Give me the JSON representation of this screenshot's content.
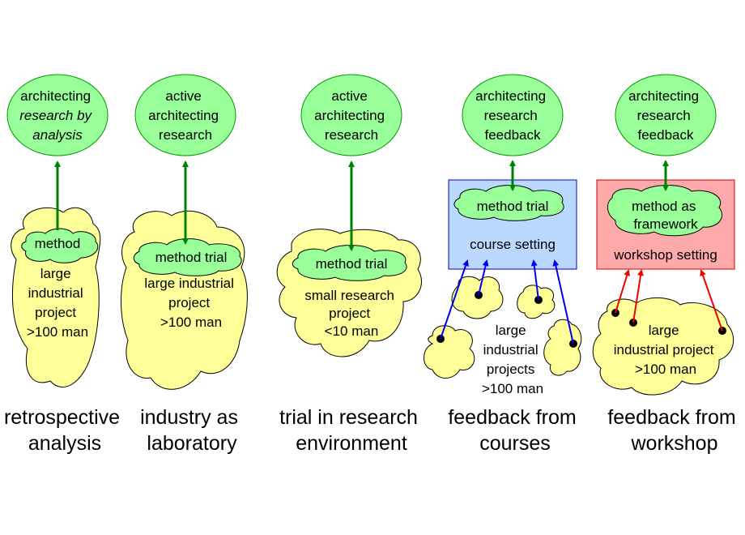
{
  "colors": {
    "ellipse_fill": "#99ff99",
    "ellipse_stroke": "#009900",
    "cloud_fill": "#ffff99",
    "cloud_stroke": "#000000",
    "method_cloud_fill": "#99ff99",
    "arrow_green": "#008000",
    "arrow_blue": "#0000ee",
    "arrow_red": "#ee0000",
    "course_box_fill": "#bbd8ff",
    "course_box_stroke": "#0000cc",
    "workshop_box_fill": "#ffaaaa",
    "workshop_box_stroke": "#cc0000"
  },
  "panels": [
    {
      "goal": [
        "architecting",
        "research by",
        "analysis"
      ],
      "method": "method",
      "project": [
        "large",
        "industrial",
        "project",
        ">100 man"
      ],
      "caption": [
        "retrospective",
        "analysis"
      ]
    },
    {
      "goal": [
        "active",
        "architecting",
        "research"
      ],
      "method": "method trial",
      "project": [
        "large industrial",
        "project",
        ">100 man"
      ],
      "caption": [
        "industry as",
        "laboratory"
      ]
    },
    {
      "goal": [
        "active",
        "architecting",
        "research"
      ],
      "method": "method trial",
      "project": [
        "small research",
        "project",
        "<10 man"
      ],
      "caption": [
        "trial in research",
        "environment"
      ]
    },
    {
      "goal": [
        "architecting",
        "research",
        "feedback"
      ],
      "method": "method trial",
      "setting": "course setting",
      "project": [
        "large",
        "industrial",
        "projects",
        ">100 man"
      ],
      "caption": [
        "feedback from",
        "courses"
      ]
    },
    {
      "goal": [
        "architecting",
        "research",
        "feedback"
      ],
      "method": [
        "method as",
        "framework"
      ],
      "setting": "workshop setting",
      "project": [
        "large",
        "industrial project",
        ">100 man"
      ],
      "caption": [
        "feedback from",
        "workshop"
      ]
    }
  ]
}
